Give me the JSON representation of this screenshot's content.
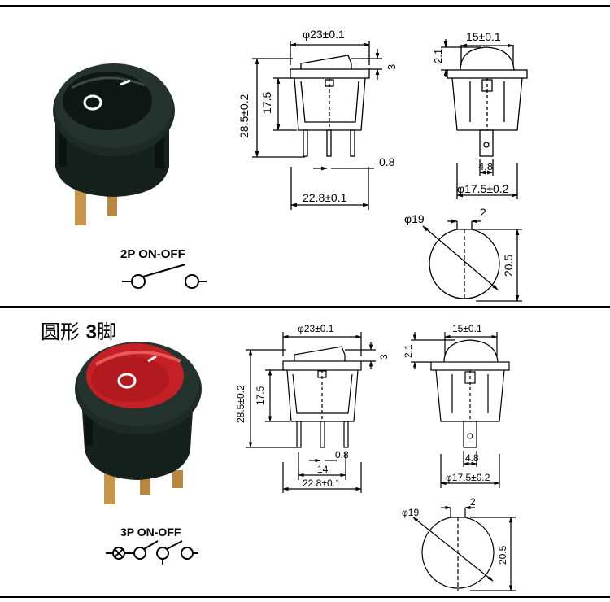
{
  "panel_top": {
    "circuit_label": "2P  ON-OFF",
    "front": {
      "width": "φ23±0.1",
      "height": "28.5±0.2",
      "body_height": "17.5",
      "rocker": "3",
      "pin": "0.8",
      "base_width": "22.8±0.1"
    },
    "side": {
      "top_width": "15±0.1",
      "dome": "2.1",
      "terminal": "4.8",
      "base_width": "φ17.5±0.2"
    },
    "cutout": {
      "diameter": "φ19",
      "flat": "2",
      "height": "20.5"
    }
  },
  "panel_bottom": {
    "title_prefix": "圆形 ",
    "title_bold": "3",
    "title_suffix": "脚",
    "circuit_label": "3P  ON-OFF",
    "front": {
      "width": "φ23±0.1",
      "height": "28.5±0.2",
      "body_height": "17.5",
      "rocker": "3",
      "pin": "0.8",
      "pin_spacing": "14",
      "base_width": "22.8±0.1"
    },
    "side": {
      "top_width": "15±0.1",
      "dome": "2.1",
      "terminal": "4.8",
      "base_width": "φ17.5±0.2"
    },
    "cutout": {
      "diameter": "φ19",
      "flat": "2",
      "height": "20.5"
    }
  },
  "colors": {
    "switch_body": "#16211d",
    "rocker_red": "#c42025",
    "terminal_brass": "#c8964a"
  }
}
